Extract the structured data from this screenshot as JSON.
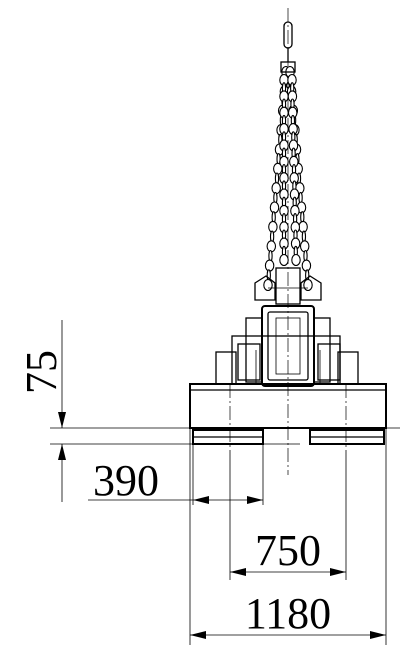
{
  "dimensions": {
    "height_offset": "75",
    "pad_width": "390",
    "track_center_distance": "750",
    "overall_width": "1180"
  }
}
